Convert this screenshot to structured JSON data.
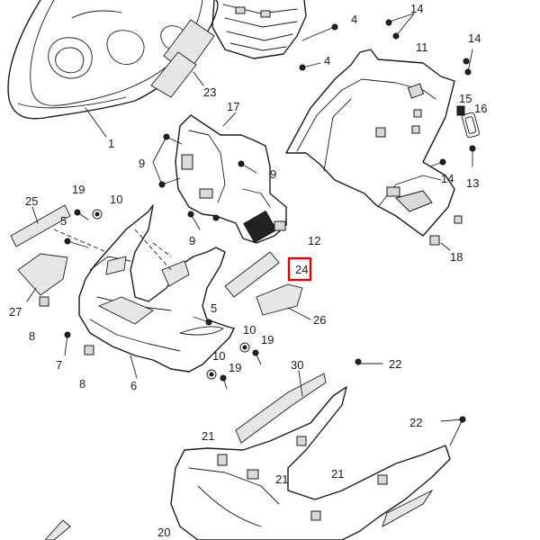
{
  "diagram": {
    "highlight_color": "#e00000",
    "line_color": "#1a1a1a",
    "highlighted_label": "24",
    "labels": {
      "p1": "1",
      "p4a": "4",
      "p4b": "4",
      "p5a": "5",
      "p5b": "5",
      "p6": "6",
      "p7": "7",
      "p8a": "8",
      "p8b": "8",
      "p9a": "9",
      "p9b": "9",
      "p9c": "9",
      "p10a": "10",
      "p10b": "10",
      "p10c": "10",
      "p11": "11",
      "p12": "12",
      "p13": "13",
      "p14a": "14",
      "p14b": "14",
      "p14c": "14",
      "p15": "15",
      "p16": "16",
      "p17": "17",
      "p18": "18",
      "p19a": "19",
      "p19b": "19",
      "p19c": "19",
      "p20": "20",
      "p21a": "21",
      "p21b": "21",
      "p21c": "21",
      "p22a": "22",
      "p22b": "22",
      "p23": "23",
      "p24": "24",
      "p25": "25",
      "p26": "26",
      "p27": "27",
      "p30": "30"
    }
  }
}
